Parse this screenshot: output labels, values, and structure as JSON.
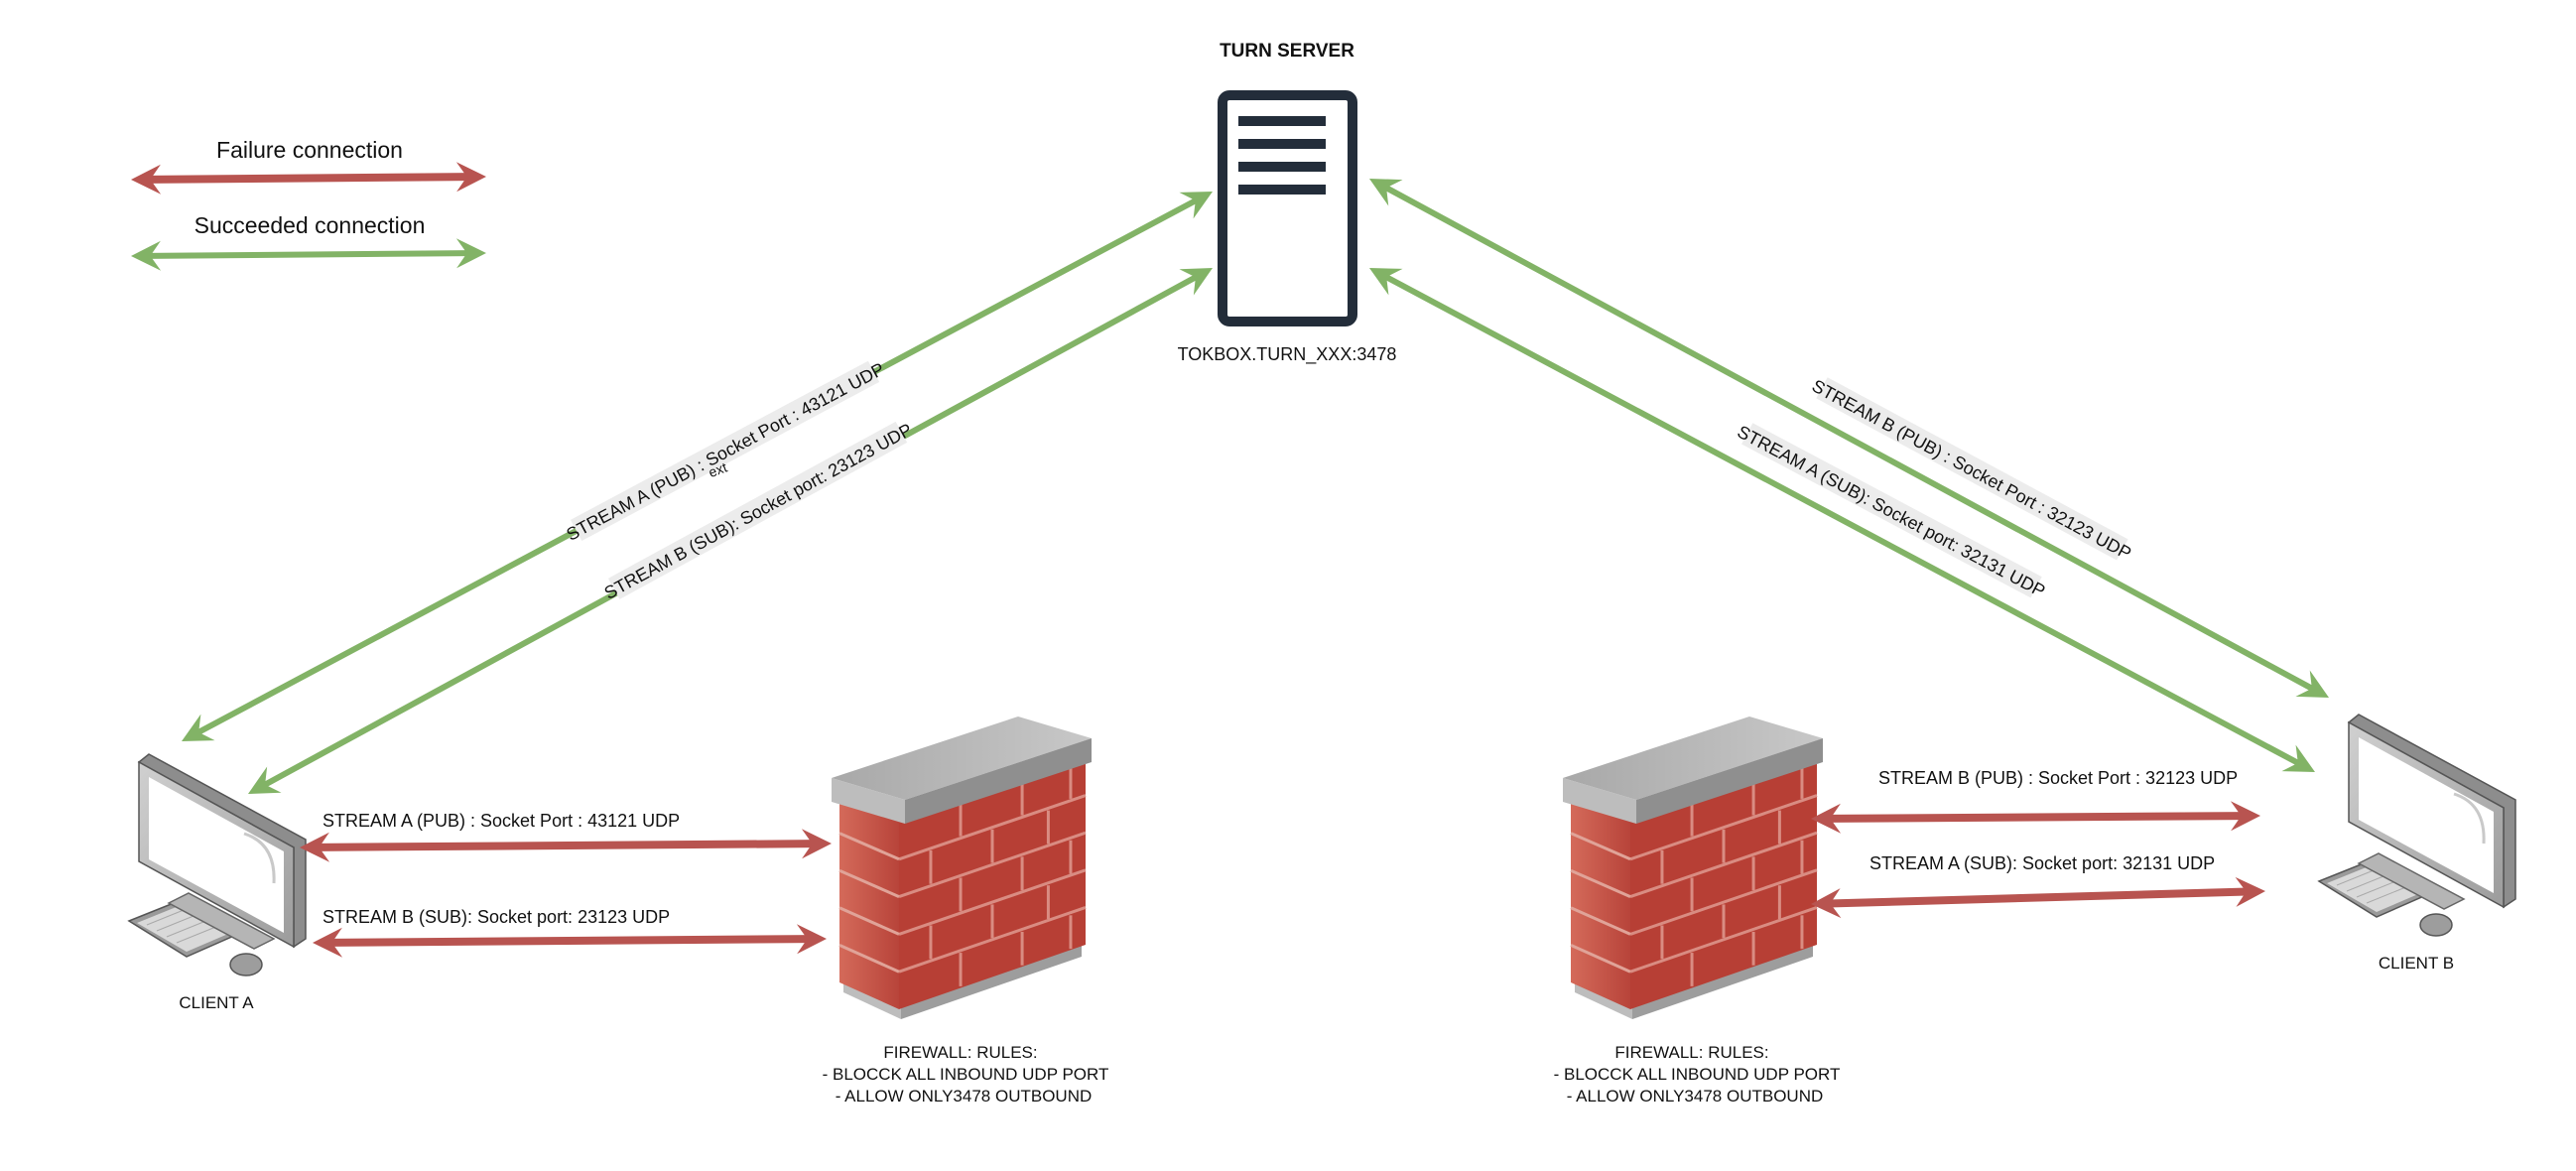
{
  "colors": {
    "failure": "#b85450",
    "success": "#82b366",
    "server_stroke": "#232d3a",
    "label_bg": "#ececec",
    "text": "#111111"
  },
  "legend": {
    "failure_label": "Failure connection",
    "success_label": "Succeeded connection"
  },
  "server": {
    "title": "TURN SERVER",
    "address": "TOKBOX.TURN_XXX:3478",
    "icon": "server-icon"
  },
  "clients": [
    {
      "id": "a",
      "label": "CLIENT A",
      "icon": "desktop-computer-icon"
    },
    {
      "id": "b",
      "label": "CLIENT B",
      "icon": "desktop-computer-icon"
    }
  ],
  "firewalls": [
    {
      "id": "a",
      "icon": "brick-firewall-icon",
      "rules_title": "FIREWALL: RULES:",
      "rules": [
        "- BLOCCK ALL INBOUND UDP PORT",
        "- ALLOW ONLY3478 OUTBOUND"
      ]
    },
    {
      "id": "b",
      "icon": "brick-firewall-icon",
      "rules_title": "FIREWALL: RULES:",
      "rules": [
        "- BLOCCK ALL INBOUND UDP PORT",
        "- ALLOW ONLY3478 OUTBOUND"
      ]
    }
  ],
  "connections": {
    "relay": [
      {
        "id": "client-a-stream-a-pub",
        "status": "success",
        "label": "STREAM A (PUB) : Socket Port : 43121 UDP"
      },
      {
        "id": "client-a-stream-b-sub",
        "status": "success",
        "label": "STREAM B (SUB): Socket port: 23123 UDP"
      },
      {
        "id": "client-b-stream-b-pub",
        "status": "success",
        "label": "STREAM B (PUB) : Socket Port : 32123 UDP"
      },
      {
        "id": "client-b-stream-a-sub",
        "status": "success",
        "label": "STREAM A (SUB): Socket port: 32131 UDP"
      }
    ],
    "direct": [
      {
        "id": "direct-a-stream-a-pub",
        "status": "failure",
        "label": "STREAM A (PUB) : Socket Port : 43121 UDP"
      },
      {
        "id": "direct-a-stream-b-sub",
        "status": "failure",
        "label": "STREAM B (SUB): Socket port: 23123 UDP"
      },
      {
        "id": "direct-b-stream-b-pub",
        "status": "failure",
        "label": "STREAM B (PUB) : Socket Port : 32123 UDP"
      },
      {
        "id": "direct-b-stream-a-sub",
        "status": "failure",
        "label": "STREAM A (SUB): Socket port: 32131 UDP"
      }
    ]
  },
  "stray_text": "ext"
}
